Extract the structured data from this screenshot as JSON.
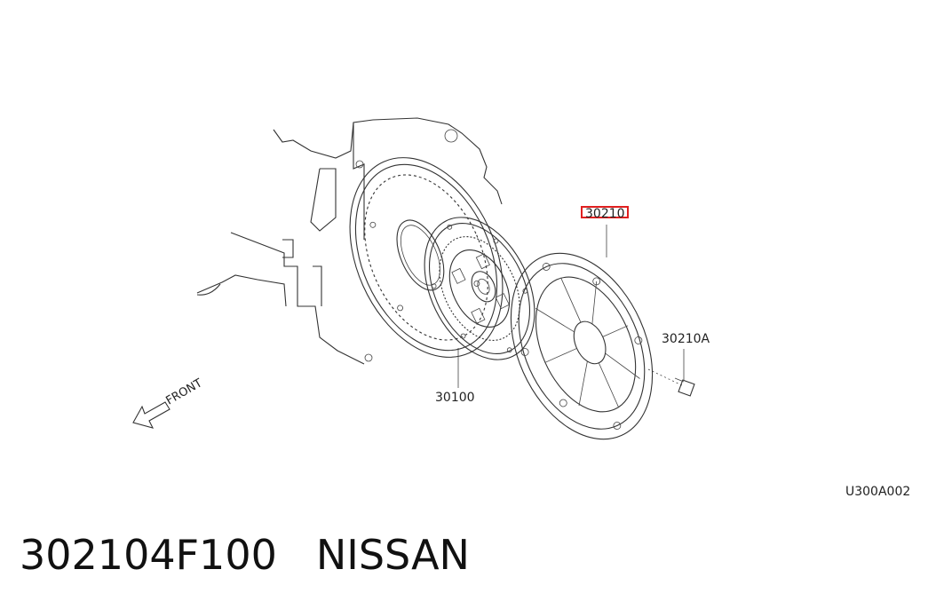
{
  "diagram": {
    "labels": {
      "pressure_plate": "30210",
      "clutch_disc": "30100",
      "bolt": "30210A",
      "front": "FRONT",
      "drawing_code": "U300A002"
    },
    "highlight_color": "#e02020"
  },
  "footer": {
    "part_number": "302104F100",
    "brand": "NISSAN"
  }
}
